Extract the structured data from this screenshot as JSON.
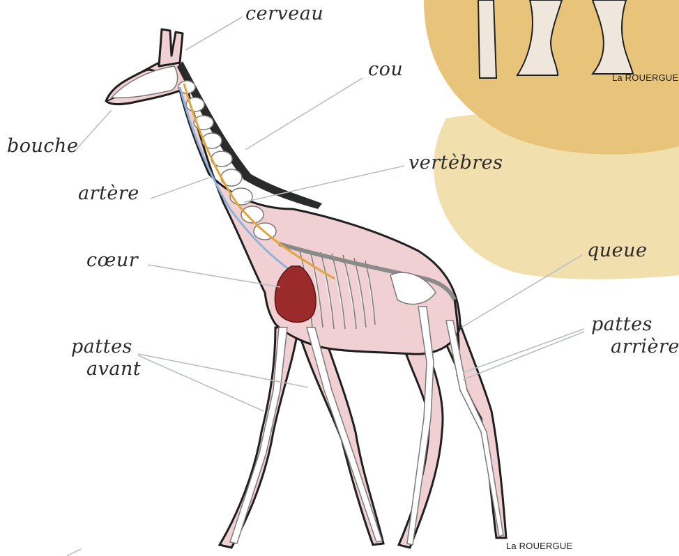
{
  "labels": {
    "cerveau": "cerveau",
    "cou": "cou",
    "bouche": "bouche",
    "vertebres": "vertèbres",
    "artere": "artère",
    "coeur": "cœur",
    "queue": "queue",
    "pattes_avant_1": "pattes",
    "pattes_avant_2": "avant",
    "pattes_arriere_1": "pattes",
    "pattes_arriere_2": "arrière"
  },
  "brand": {
    "top": "La ROUERGUE",
    "bottom": "La ROUERGUE"
  },
  "colors": {
    "blob_light": "#f2dfae",
    "blob_dark": "#e8c47b",
    "body_pink": "#f1d0d3",
    "outline": "#1f1f1f",
    "heart": "#9b2a2a",
    "artery_blue": "#8fb3d9",
    "artery_orange": "#e2a33a",
    "leader": "#b9bec5"
  }
}
